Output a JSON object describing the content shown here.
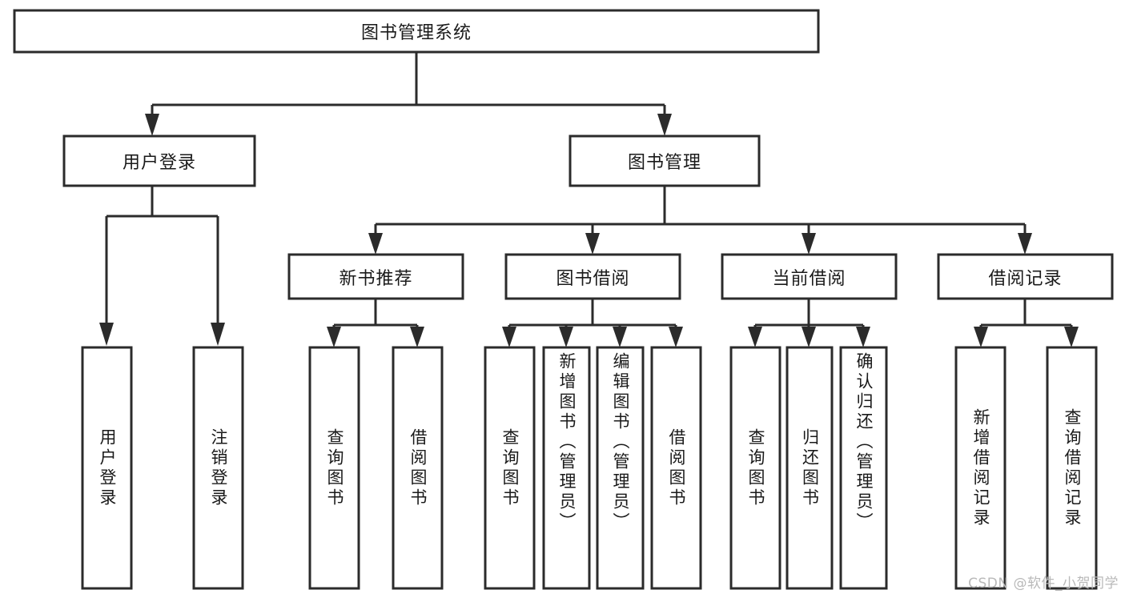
{
  "diagram": {
    "type": "tree",
    "title": "图书管理系统",
    "watermark": "CSDN @软件_小贺同学",
    "colors": {
      "box_stroke": "#2b2b2b",
      "box_fill": "#ffffff",
      "text": "#1a1a1a",
      "background": "#ffffff",
      "watermark": "#b9b9b9"
    },
    "levels": {
      "root": {
        "label": "图书管理系统"
      },
      "level2": [
        {
          "label": "用户登录"
        },
        {
          "label": "图书管理"
        }
      ],
      "level3": [
        {
          "label": "新书推荐"
        },
        {
          "label": "图书借阅"
        },
        {
          "label": "当前借阅"
        },
        {
          "label": "借阅记录"
        }
      ],
      "leaves": [
        {
          "label": "用户登录",
          "parent": "用户登录"
        },
        {
          "label": "注销登录",
          "parent": "用户登录"
        },
        {
          "label": "查询图书",
          "parent": "新书推荐"
        },
        {
          "label": "借阅图书",
          "parent": "新书推荐"
        },
        {
          "label": "查询图书",
          "parent": "图书借阅"
        },
        {
          "label": "新增图书（管理员）",
          "parent": "图书借阅"
        },
        {
          "label": "编辑图书（管理员）",
          "parent": "图书借阅"
        },
        {
          "label": "借阅图书",
          "parent": "图书借阅"
        },
        {
          "label": "查询图书",
          "parent": "当前借阅"
        },
        {
          "label": "归还图书",
          "parent": "当前借阅"
        },
        {
          "label": "确认归还（管理员）",
          "parent": "当前借阅"
        },
        {
          "label": "新增借阅记录",
          "parent": "借阅记录"
        },
        {
          "label": "查询借阅记录",
          "parent": "借阅记录"
        }
      ]
    }
  }
}
